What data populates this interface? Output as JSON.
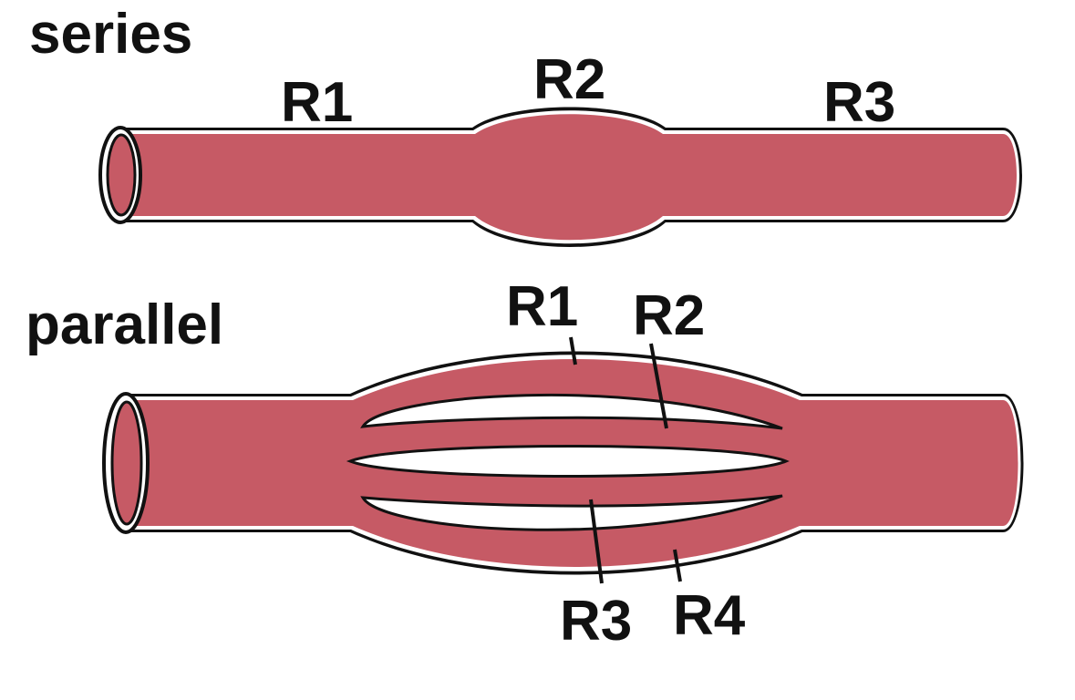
{
  "headings": {
    "series": "series",
    "parallel": "parallel"
  },
  "series": {
    "labels": [
      "R1",
      "R2",
      "R3"
    ]
  },
  "parallel": {
    "labels": [
      "R1",
      "R2",
      "R3",
      "R4"
    ]
  },
  "colors": {
    "vessel_fill": "#C65A65",
    "vessel_outline": "#111111",
    "lumen": "#FFFFFF",
    "text": "#111111"
  }
}
